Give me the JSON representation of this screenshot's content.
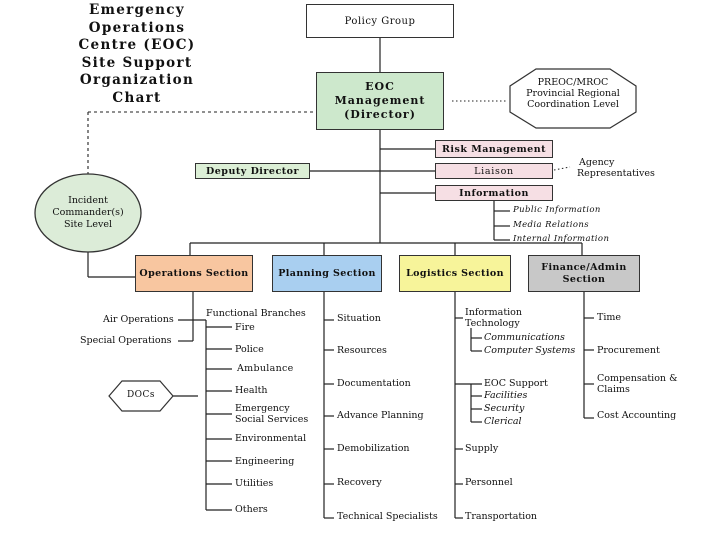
{
  "title": {
    "line1": "Emergency",
    "line2": "Operations",
    "line3": "Centre (EOC)",
    "line4": "Site Support",
    "line5": "Organization",
    "line6": "Chart"
  },
  "policy_group": "Policy Group",
  "eoc_management": {
    "line1": "EOC",
    "line2": "Management",
    "line3": "(Director)"
  },
  "preoc": {
    "line1": "PREOC/MROC",
    "line2": "Provincial Regional",
    "line3": "Coordination Level"
  },
  "risk_management": "Risk Management",
  "liaison": "Liaison",
  "information": "Information",
  "deputy_director": "Deputy Director",
  "agency": {
    "line1": "Agency",
    "line2": "Representatives"
  },
  "info_items": [
    "Public Information",
    "Media Relations",
    "Internal Information"
  ],
  "incident_commander": {
    "line1": "Incident",
    "line2": "Commander(s)",
    "line3": "Site Level"
  },
  "sections": {
    "operations": "Operations Section",
    "planning": "Planning Section",
    "logistics": "Logistics Section",
    "finance_line1": "Finance/Admin",
    "finance_line2": "Section"
  },
  "operations": {
    "air": "Air Operations",
    "special": "Special Operations",
    "functional_branches": "Functional Branches",
    "branches": [
      "Fire",
      "Police",
      "Ambulance",
      "Health",
      "Emergency",
      "Social Services",
      "Environmental",
      "Engineering",
      "Utilities",
      "Others"
    ],
    "docs": "DOCs"
  },
  "planning": [
    "Situation",
    "Resources",
    "Documentation",
    "Advance Planning",
    "Demobilization",
    "Recovery",
    "Technical Specialists"
  ],
  "logistics": {
    "it_line1": "Information",
    "it_line2": "Technology",
    "it_items": [
      "Communications",
      "Computer Systems"
    ],
    "eoc_support": "EOC Support",
    "eoc_items": [
      "Facilities",
      "Security",
      "Clerical"
    ],
    "supply": "Supply",
    "personnel": "Personnel",
    "transportation": "Transportation"
  },
  "finance": [
    "Time",
    "Procurement",
    "Compensation &",
    "Claims",
    "Cost Accounting"
  ],
  "colors": {
    "eoc_management": "#cde8cc",
    "incident": "#dcecd8",
    "risk": "#f6dfe4",
    "deputy": "#dcefd6",
    "operations": "#f8c6a0",
    "planning": "#a9cff0",
    "logistics": "#f7f49a",
    "finance": "#c8c8c8"
  }
}
